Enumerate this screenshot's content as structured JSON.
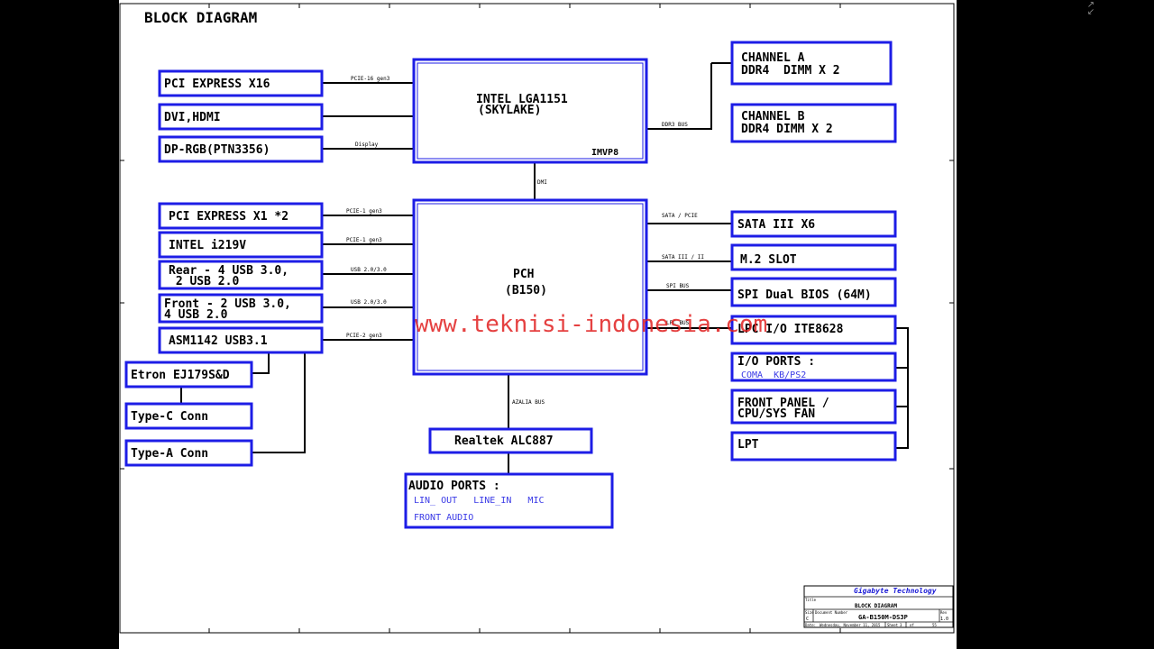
{
  "page": {
    "title": "BLOCK DIAGRAM",
    "watermark": "www.teknisi-indonesia.com"
  },
  "colors": {
    "box_border": "#1d1de6",
    "sub_text": "#3a3ae6",
    "line": "#000000",
    "watermark": "#e02020",
    "title_blue": "#1a1ad6"
  },
  "cpu": {
    "line1": "INTEL LGA1151",
    "line2": "(SKYLAKE)",
    "tag": "IMVP8"
  },
  "pch": {
    "line1": "PCH",
    "line2": "(B150)"
  },
  "left_blocks": {
    "pcie_x16": "PCI EXPRESS X16",
    "dvi_hdmi": "DVI,HDMI",
    "dp_rgb": "DP-RGB(PTN3356)",
    "pcie_x1": "PCI EXPRESS X1 *2",
    "lan": "INTEL i219V",
    "rear_usb_l1": "Rear - 4 USB 3.0,",
    "rear_usb_l2": " 2 USB 2.0",
    "front_usb_l1": "Front - 2 USB 3.0,",
    "front_usb_l2": "4 USB 2.0",
    "asm1142": "ASM1142 USB3.1",
    "etron": "Etron EJ179S&D",
    "typec": "Type-C Conn",
    "typea": "Type-A Conn"
  },
  "right_blocks": {
    "chan_a_l1": "CHANNEL A",
    "chan_a_l2": "DDR4  DIMM X 2",
    "chan_b_l1": "CHANNEL B",
    "chan_b_l2": "DDR4 DIMM X 2",
    "sata": "SATA III X6",
    "m2": "M.2 SLOT",
    "spi": "SPI Dual BIOS (64M)",
    "lpc_io": "LPC I/O ITE8628",
    "io_ports": "I/O PORTS :",
    "io_ports_sub": "COMA  KB/PS2",
    "front_panel_l1": "FRONT PANEL /",
    "front_panel_l2": "CPU/SYS FAN",
    "lpt": "LPT"
  },
  "audio": {
    "codec": "Realtek ALC887",
    "ports_title": "AUDIO PORTS :",
    "ports_line1": "LIN_ OUT   LINE_IN   MIC",
    "ports_line2": "FRONT AUDIO"
  },
  "bus_labels": {
    "pcie16": "PCIE-16 gen3",
    "display": "Display",
    "ddr3": "DDR3 BUS",
    "dmi": "DMI",
    "pcie1_a": "PCIE-1 gen3",
    "pcie1_b": "PCIE-1 gen3",
    "usb_rear": "USB 2.0/3.0",
    "usb_front": "USB 2.0/3.0",
    "pcie2": "PCIE-2 gen3",
    "sata_pcie": "SATA / PCIE",
    "sata_32": "SATA III / II",
    "spi_bus": "SPI BUS",
    "lpc_bus": "LPC BUS",
    "azalia": "AZALIA BUS"
  },
  "title_block": {
    "company": "Gigabyte Technology",
    "title_caption": "Title",
    "title": "BLOCK DIAGRAM",
    "size_caption": "Size",
    "size": "C",
    "docnum_caption": "Document Number",
    "docnum": "GA-B150M-DS3P",
    "rev_caption": "Rev",
    "rev": "1.0",
    "date_caption": "Date:",
    "date": "Wednesday, November 11, 2015",
    "sheet_caption": "Sheet",
    "sheet_num": "3",
    "of_caption": "of",
    "sheet_total": "55"
  }
}
